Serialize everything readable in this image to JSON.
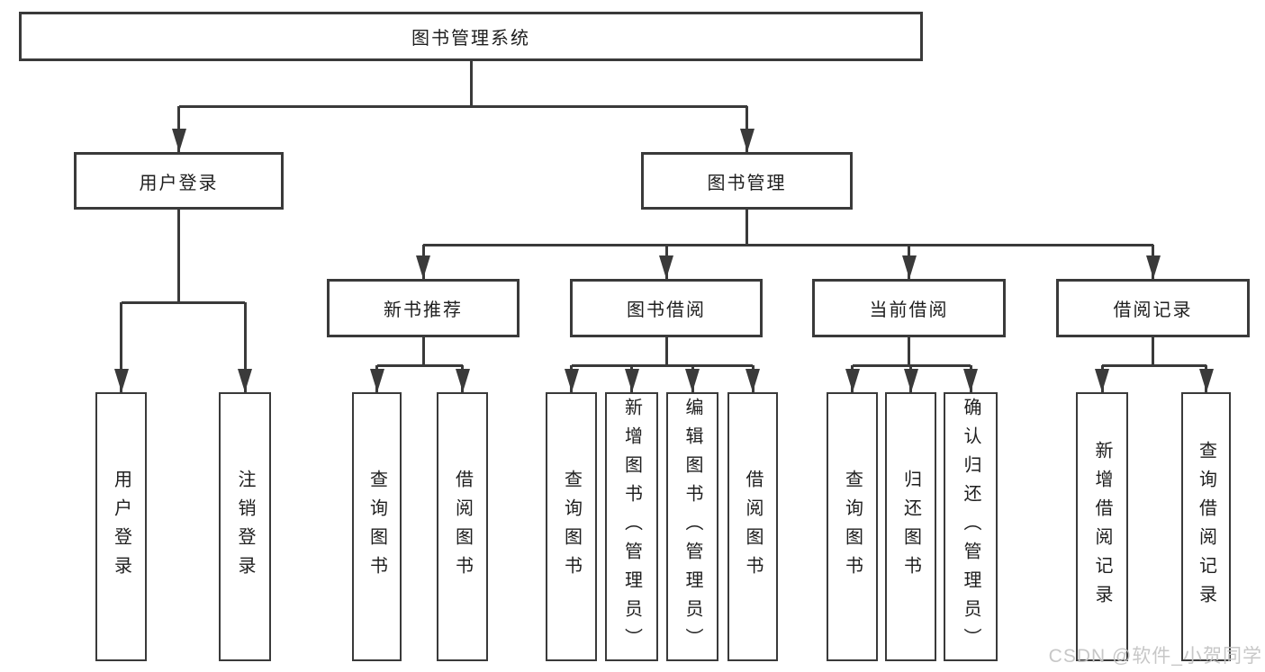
{
  "diagram": {
    "root": {
      "label": "图书管理系统"
    },
    "level2": [
      {
        "label": "用户登录"
      },
      {
        "label": "图书管理"
      }
    ],
    "level3": [
      {
        "label": "新书推荐"
      },
      {
        "label": "图书借阅"
      },
      {
        "label": "当前借阅"
      },
      {
        "label": "借阅记录"
      }
    ],
    "leaves": {
      "userLogin": [
        "用户登录",
        "注销登录"
      ],
      "newBooks": [
        "查询图书",
        "借阅图书"
      ],
      "bookBorrow": [
        "查询图书",
        "新增图书（管理员）",
        "编辑图书（管理员）",
        "借阅图书"
      ],
      "currentBorrow": [
        "查询图书",
        "归还图书",
        "确认归还（管理员）"
      ],
      "borrowRecords": [
        "新增借阅记录",
        "查询借阅记录"
      ]
    }
  },
  "watermark": {
    "text": "CSDN @软件_小贺同学"
  },
  "colors": {
    "line": "#3a3a3a",
    "text": "#1e1e1e",
    "background": "#ffffff",
    "watermark": "#c4c4c4"
  }
}
